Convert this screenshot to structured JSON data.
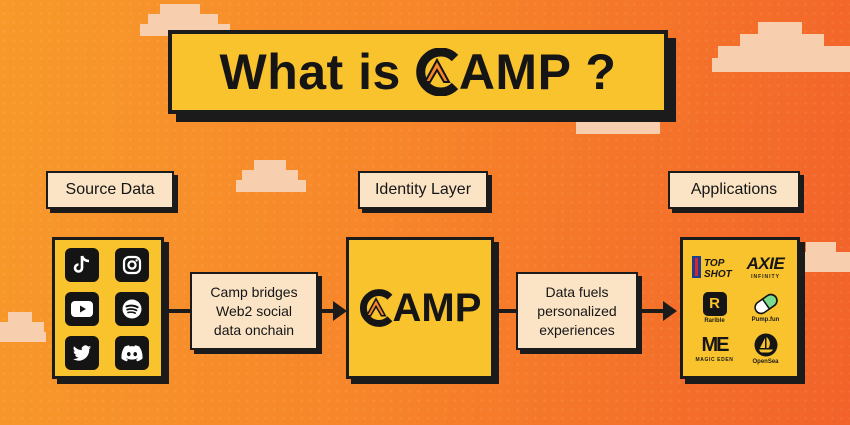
{
  "title": {
    "prefix": "What is",
    "brand": "AMP",
    "suffix": "?"
  },
  "labels": {
    "source": "Source Data",
    "identity": "Identity Layer",
    "applications": "Applications"
  },
  "source_icons": [
    "tiktok-icon",
    "instagram-icon",
    "youtube-icon",
    "spotify-icon",
    "twitter-icon",
    "discord-icon"
  ],
  "camp_box": {
    "wordmark": "AMP"
  },
  "descriptions": {
    "left": "Camp bridges\nWeb2 social\ndata onchain",
    "right": "Data fuels\npersonalized\nexperiences"
  },
  "apps": {
    "topshot": {
      "line1": "TOP",
      "line2": "SHOT"
    },
    "axie": {
      "wordmark": "AXIE",
      "tagline": "INFINITY"
    },
    "rarible": {
      "logo": "R",
      "caption": "Rarible"
    },
    "pump": {
      "caption": "Pump.fun"
    },
    "magiceden": {
      "logo": "ME",
      "caption": "MAGIC EDEN"
    },
    "opensea": {
      "caption": "OpenSea"
    }
  },
  "colors": {
    "background_start": "#f79a2a",
    "background_end": "#f2622a",
    "panel": "#f9c32d",
    "label_bg": "#fbe4c6",
    "ink": "#1b1b1b"
  }
}
